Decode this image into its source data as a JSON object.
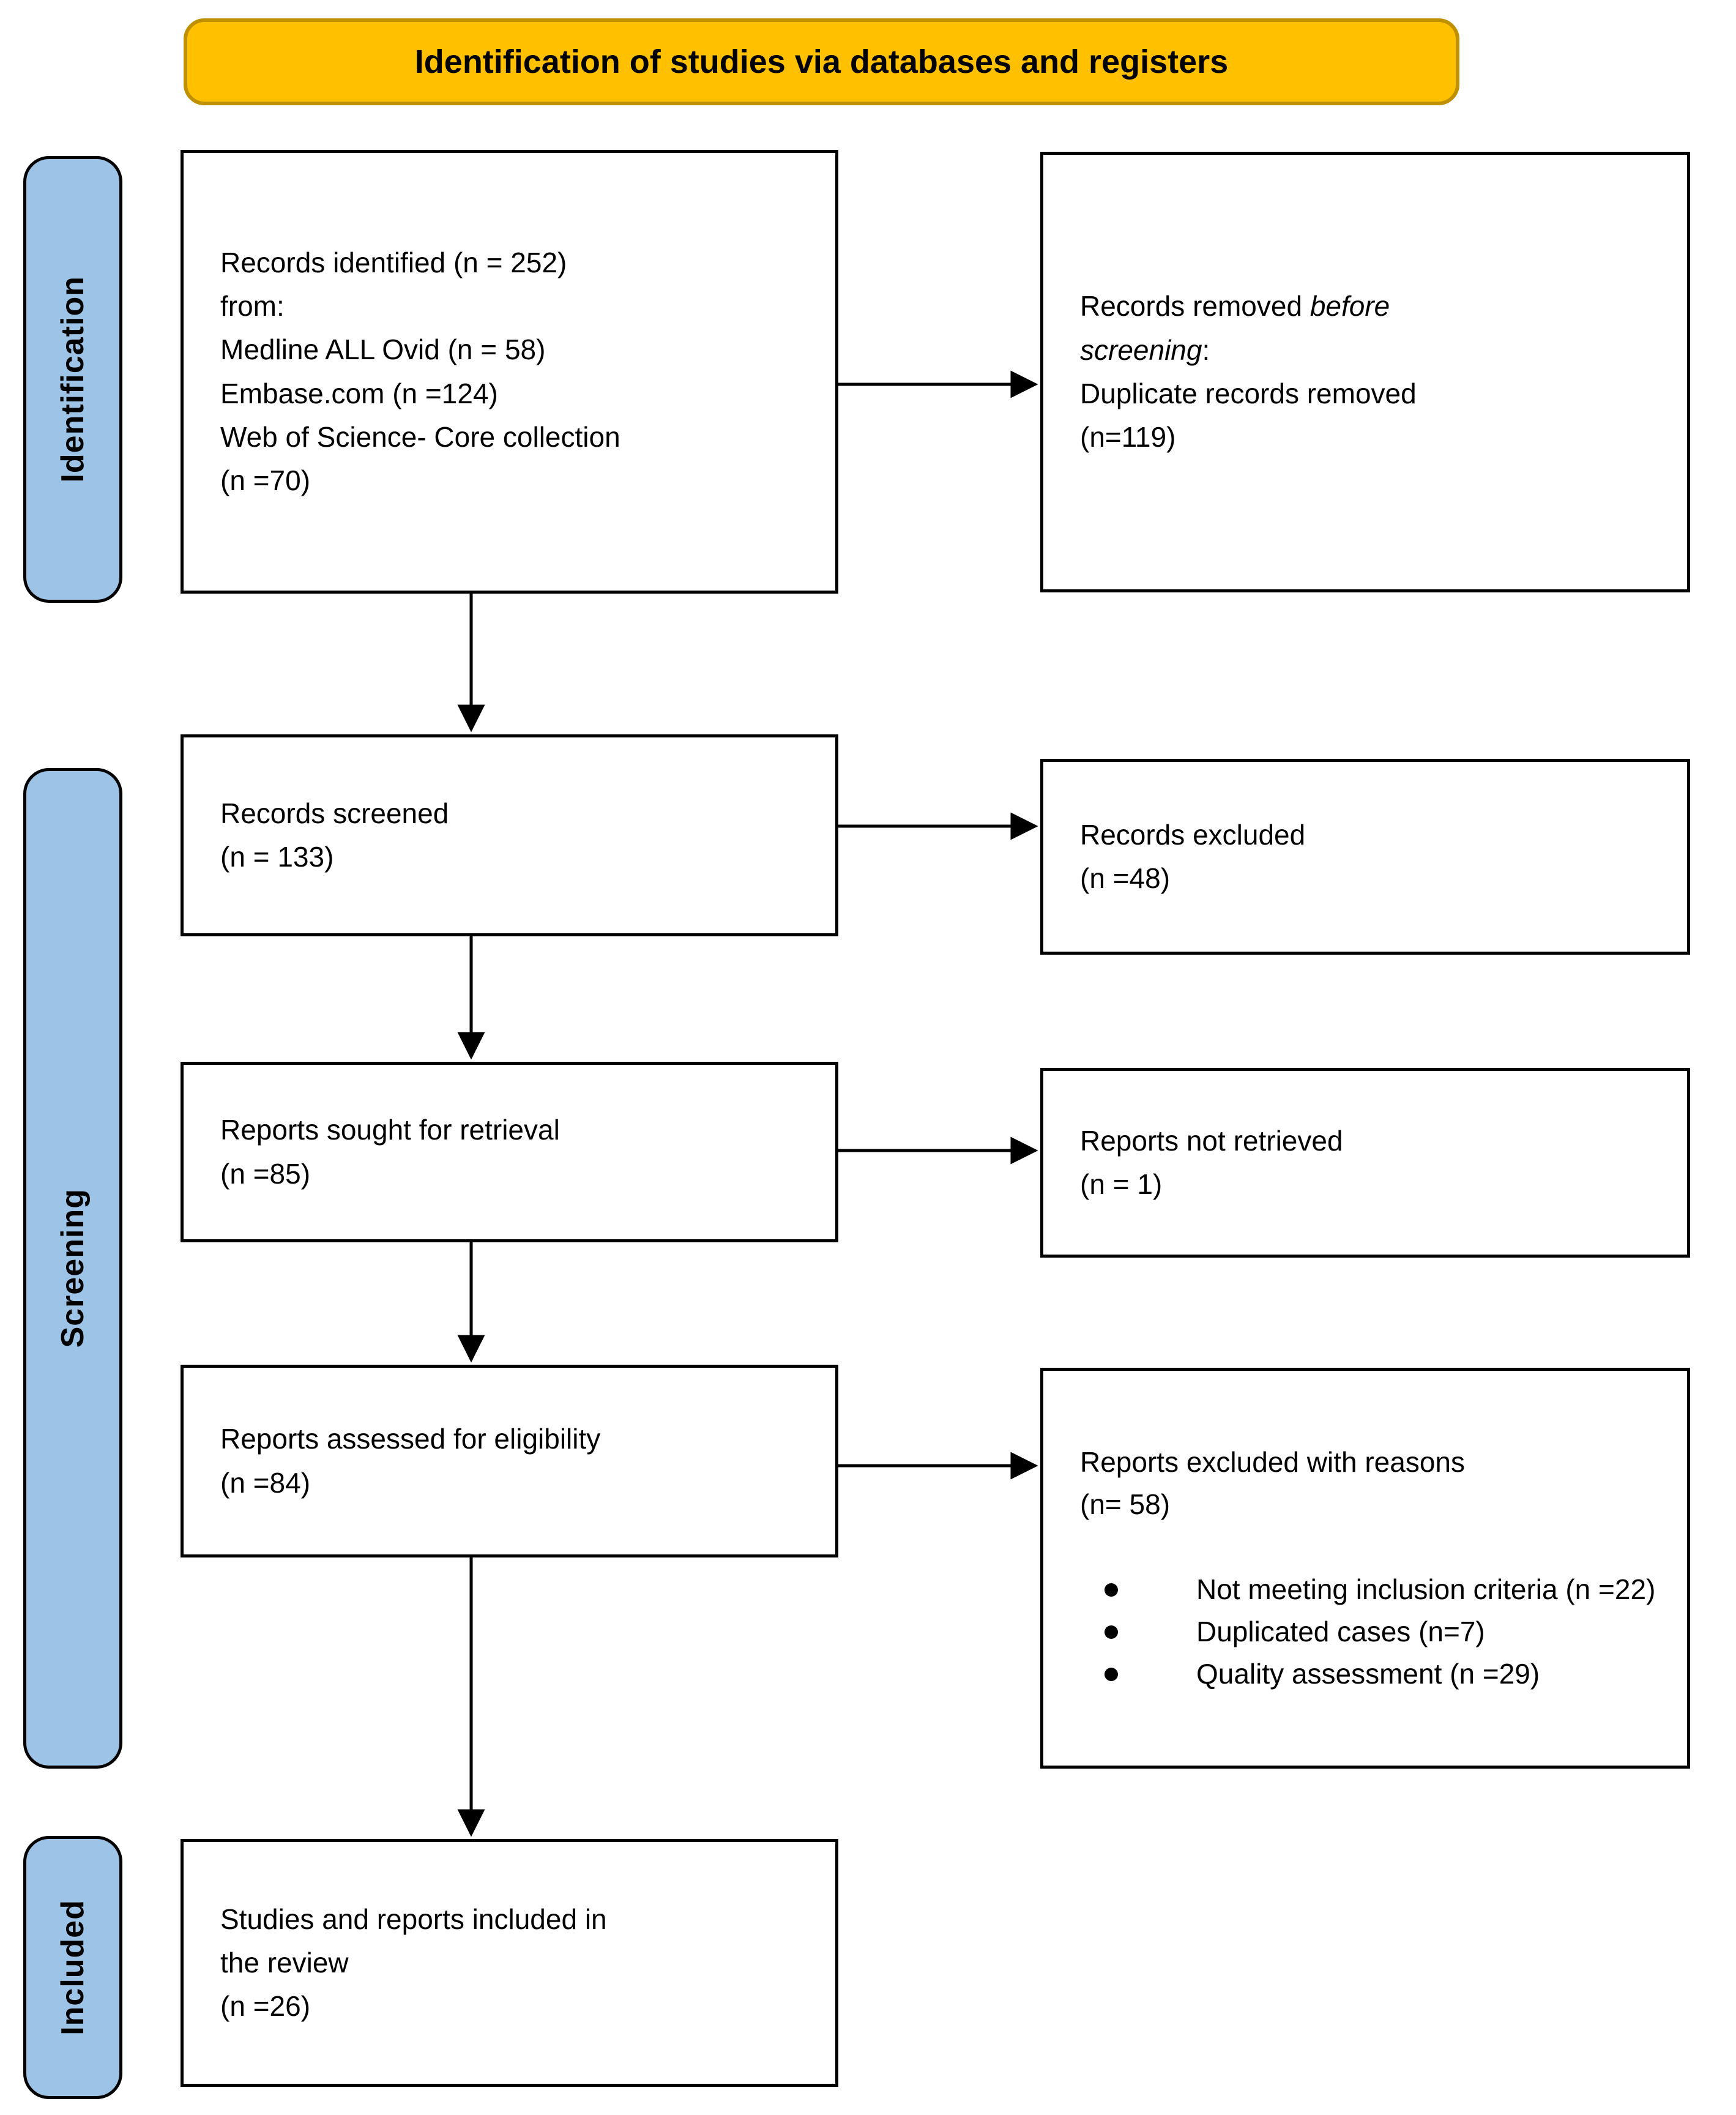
{
  "header": {
    "title": "Identification of studies via databases and registers"
  },
  "sidebar": {
    "identification": "Identification",
    "screening": "Screening",
    "included": "Included"
  },
  "boxes": {
    "records_identified": {
      "lines": [
        "Records identified (n = 252)",
        "from:",
        "Medline ALL Ovid (n = 58)",
        "Embase.com (n =124)",
        "Web of Science- Core collection",
        "(n =70)"
      ]
    },
    "records_removed": {
      "line1_plain": "Records removed ",
      "line1_italic": "before",
      "line2_italic": "screening",
      "line2_plain": ":",
      "line3": "Duplicate records removed",
      "line4": "(n=119)"
    },
    "records_screened": {
      "lines": [
        "Records screened",
        "(n = 133)"
      ]
    },
    "records_excluded": {
      "lines": [
        "Records excluded",
        "(n =48)"
      ]
    },
    "reports_sought": {
      "lines": [
        "Reports sought for retrieval",
        "(n =85)"
      ]
    },
    "reports_not_retrieved": {
      "lines": [
        "Reports not retrieved",
        "(n = 1)"
      ]
    },
    "reports_assessed": {
      "lines": [
        "Reports assessed for eligibility",
        "(n =84)"
      ]
    },
    "reports_excluded_reasons": {
      "heading": [
        "Reports excluded with reasons",
        "(n= 58)"
      ],
      "bullets": [
        "Not meeting inclusion criteria (n =22)",
        "Duplicated cases (n=7)",
        "Quality assessment (n =29)"
      ]
    },
    "studies_included": {
      "lines": [
        "Studies and reports included in",
        "the review",
        "(n =26)"
      ]
    }
  },
  "colors": {
    "header_fill": "#FFC000",
    "header_border": "#BF9000",
    "sidebar_fill": "#9DC3E6",
    "box_border": "#000000",
    "box_fill": "#FFFFFF"
  }
}
